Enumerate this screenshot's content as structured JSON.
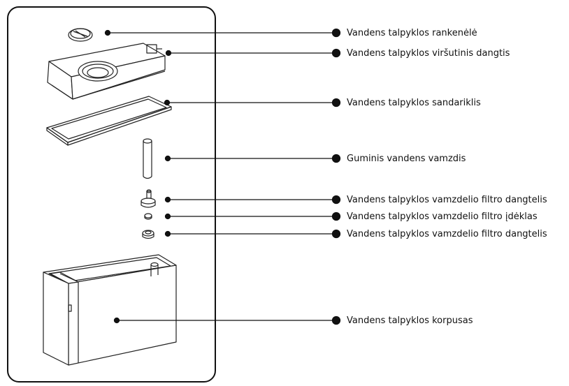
{
  "diagram": {
    "parts": [
      {
        "id": "handle",
        "label": "Vandens talpyklos rankenėlė"
      },
      {
        "id": "top-lid",
        "label": "Vandens talpyklos viršutinis dangtis"
      },
      {
        "id": "seal",
        "label": "Vandens talpyklos sandariklis"
      },
      {
        "id": "rubber-tube",
        "label": "Guminis vandens vamzdis"
      },
      {
        "id": "filter-cap-upper",
        "label": "Vandens talpyklos vamzdelio filtro dangtelis"
      },
      {
        "id": "filter-insert",
        "label": "Vandens talpyklos vamzdelio filtro įdėklas"
      },
      {
        "id": "filter-cap-lower",
        "label": "Vandens talpyklos vamzdelio filtro dangtelis"
      },
      {
        "id": "tank-body",
        "label": "Vandens talpyklos korpusas"
      }
    ]
  }
}
